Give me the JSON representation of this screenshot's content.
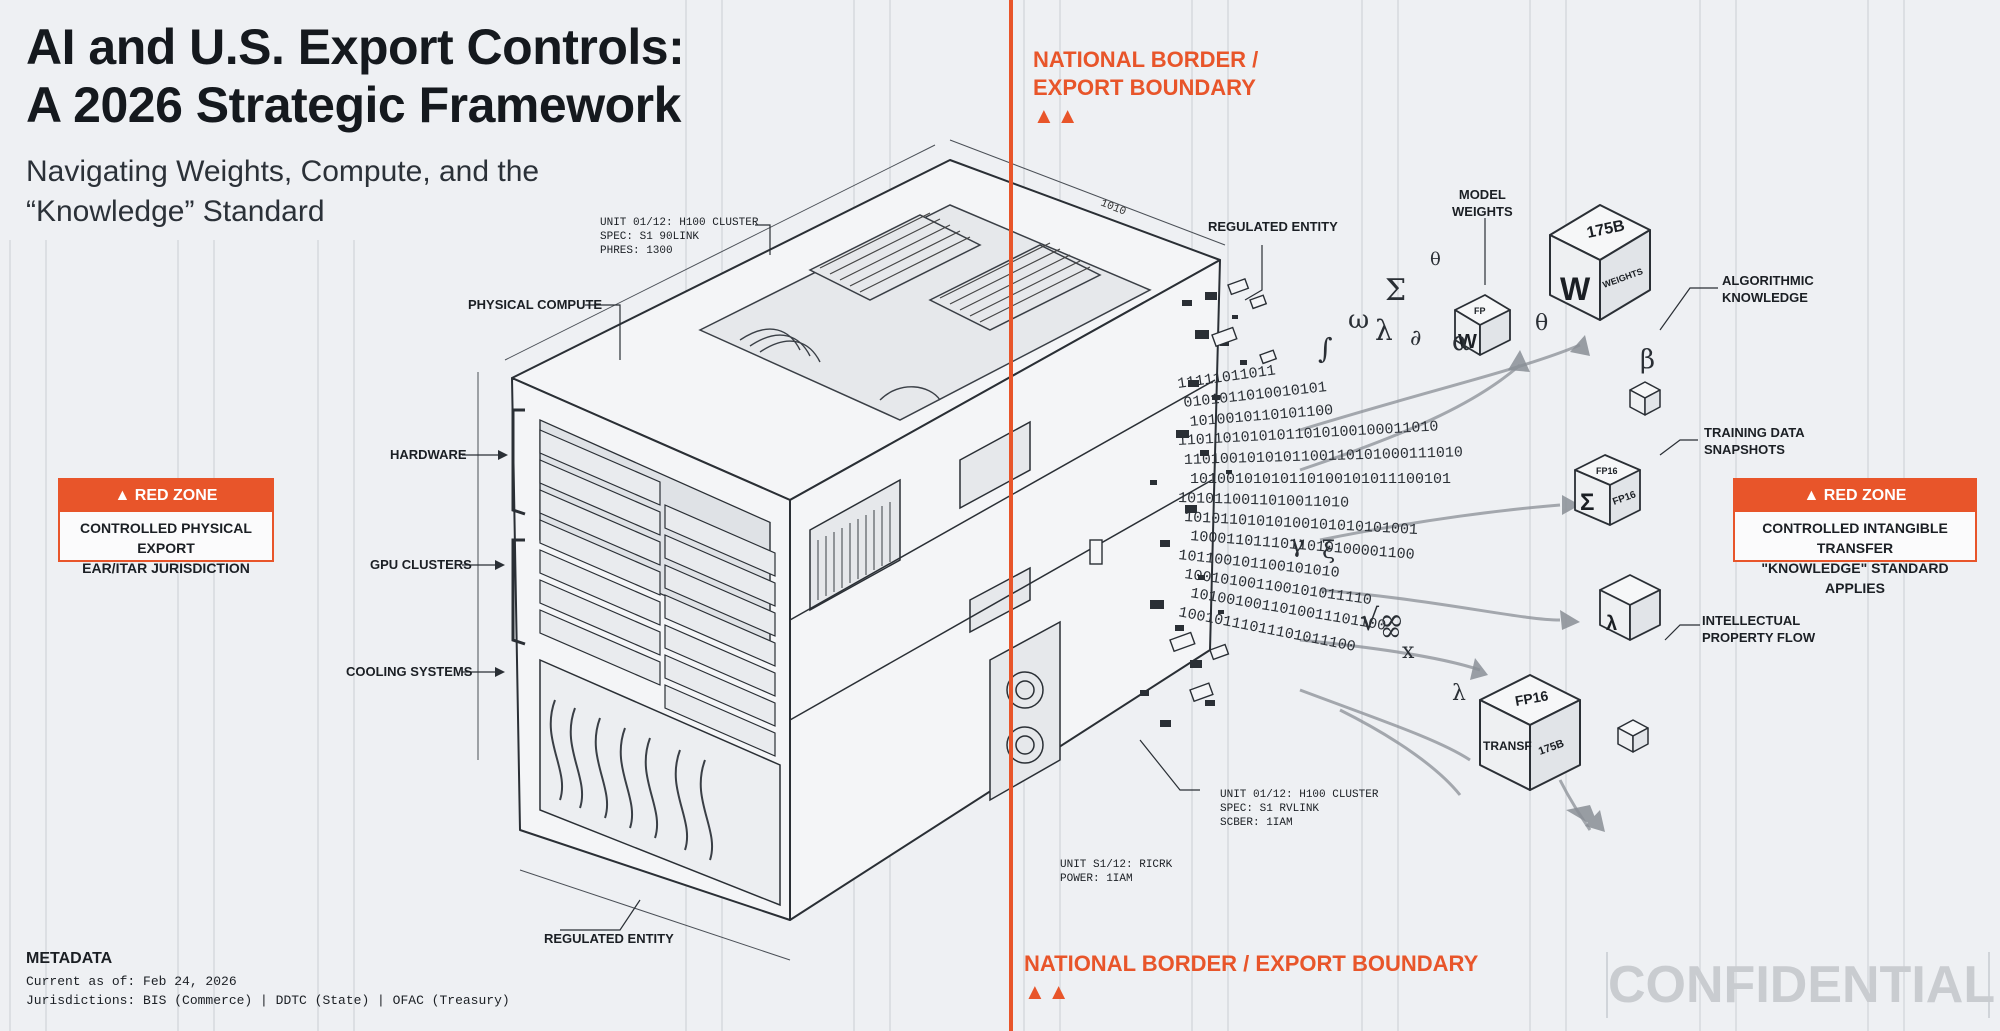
{
  "title": {
    "line1": "AI and U.S. Export Controls:",
    "line2": "A 2026 Strategic Framework",
    "subtitle": "Navigating Weights, Compute, and the “Knowledge” Standard"
  },
  "border": {
    "top_line1": "NATIONAL BORDER /",
    "top_line2": "EXPORT BOUNDARY",
    "bottom": "NATIONAL BORDER / EXPORT BOUNDARY",
    "warning_glyphs": "▲▲"
  },
  "red_zone_left": {
    "header": "▲ RED ZONE",
    "line1": "CONTROLLED PHYSICAL EXPORT",
    "line2": "EAR/ITAR JURISDICTION"
  },
  "red_zone_right": {
    "header": "▲ RED ZONE",
    "line1": "CONTROLLED INTANGIBLE TRANSFER",
    "line2": "\"KNOWLEDGE\" STANDARD APPLIES"
  },
  "left_labels": {
    "physical_compute": "PHYSICAL COMPUTE",
    "hardware": "HARDWARE",
    "gpu_clusters": "GPU CLUSTERS",
    "cooling_systems": "COOLING SYSTEMS",
    "regulated_entity_bottom": "REGULATED ENTITY"
  },
  "spec_top": {
    "line1": "UNIT 01/12: H100 CLUSTER",
    "line2": "SPEC: S1 90LINK",
    "line3": "PHRES: 1300"
  },
  "spec_mid": {
    "line1": "UNIT 01/12: H100 CLUSTER",
    "line2": "SPEC: S1 RVLINK",
    "line3": "SCBER: 1IAM"
  },
  "spec_low": {
    "line1": "UNIT S1/12: RICRK",
    "line2": "POWER: 1IAM"
  },
  "dimension": "1010",
  "right_labels": {
    "regulated_entity_top": "REGULATED ENTITY",
    "model_weights_1": "MODEL",
    "model_weights_2": "WEIGHTS",
    "algorithmic_1": "ALGORITHMIC",
    "algorithmic_2": "KNOWLEDGE",
    "training_1": "TRAINING DATA",
    "training_2": "SNAPSHOTS",
    "ip_1": "INTELLECTUAL",
    "ip_2": "PROPERTY FLOW"
  },
  "cubes": {
    "large_top_top": "175B",
    "large_top_front": "W",
    "large_top_side": "WEIGHTS",
    "small_weights_top": "FP",
    "small_weights_front": "W",
    "sigma_top": "FP16",
    "sigma_front": "Σ",
    "sigma_side": "FP16",
    "lambda_front": "λ",
    "bottom_top": "FP16",
    "bottom_front": "TRANSF",
    "bottom_side": "175B"
  },
  "binary_stream": [
    "11111011011",
    "0101011010010101",
    "1010010110101100",
    "11011010101011010100100011010",
    "1101001010101100110101000111010",
    "10100101010110100101011100101",
    "1010110011010011010",
    "10101101010100101010101001",
    "1000110111011010100001100",
    "101100101100101010",
    "100101001100101011110",
    "1010010011010011101100",
    "10010111011101011100"
  ],
  "symbols": [
    "Σ",
    "θ",
    "ω",
    "∫",
    "λ",
    "∂",
    "α",
    "β",
    "γ",
    "ξ",
    "√∞",
    "∞",
    "x",
    "λ",
    "θ"
  ],
  "metadata": {
    "title": "METADATA",
    "line1": "Current as of: Feb 24, 2026",
    "line2": "Jurisdictions: BIS (Commerce) | DDTC (State) | OFAC (Treasury)"
  },
  "confidential": "CONFIDENTIAL",
  "colors": {
    "accent": "#e8552a",
    "background": "#eef0f3",
    "ink": "#1b1f24"
  }
}
